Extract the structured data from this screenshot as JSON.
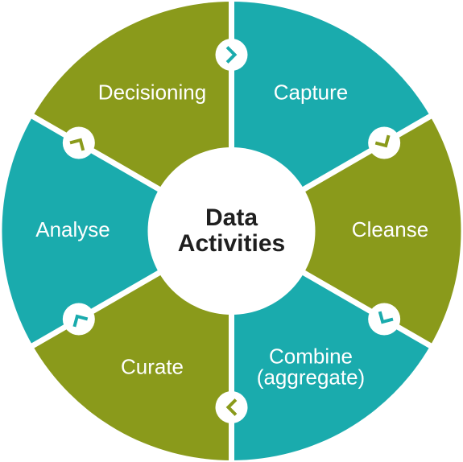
{
  "center": {
    "line1": "Data",
    "line2": "Activities"
  },
  "colors": {
    "teal": "#1aabad",
    "olive": "#8a9a1b",
    "divider": "#ffffff",
    "center_fill": "#ffffff",
    "center_text": "#1f1f1f"
  },
  "segments": [
    {
      "id": "capture",
      "lines": [
        "Capture"
      ],
      "color": "teal"
    },
    {
      "id": "cleanse",
      "lines": [
        "Cleanse"
      ],
      "color": "olive"
    },
    {
      "id": "combine",
      "lines": [
        "Combine",
        "(aggregate)"
      ],
      "color": "teal"
    },
    {
      "id": "curate",
      "lines": [
        "Curate"
      ],
      "color": "olive"
    },
    {
      "id": "analyse",
      "lines": [
        "Analyse"
      ],
      "color": "teal"
    },
    {
      "id": "decisioning",
      "lines": [
        "Decisioning"
      ],
      "color": "olive"
    }
  ],
  "flow_direction": "clockwise"
}
